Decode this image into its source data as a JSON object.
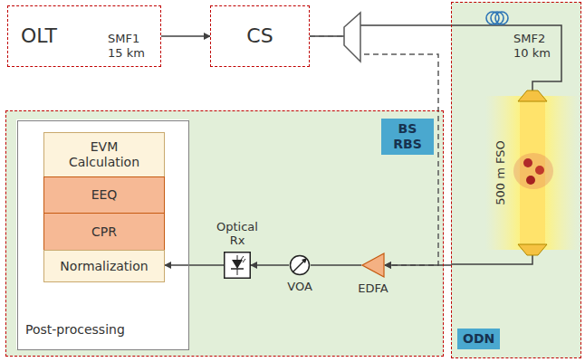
{
  "diagram": {
    "nodes": [
      {
        "text": [
          "OLT",
          "SMF1 15 km"
        ]
      },
      {
        "text": [
          "CS"
        ]
      },
      {
        "text": [
          "SMF2 10 km",
          "500 m FSO",
          "ODN"
        ]
      },
      {
        "text": [
          "BS RBS"
        ]
      },
      {
        "text": [
          "Post-processing"
        ],
        "in": 3
      },
      {
        "text": [
          "EVM Calculation"
        ],
        "in": 4
      },
      {
        "text": [
          "EEQ"
        ],
        "in": 4
      },
      {
        "text": [
          "CPR"
        ],
        "in": 4
      },
      {
        "text": [
          "Normalization"
        ],
        "in": 4
      },
      {
        "text": [
          "Optical Rx"
        ],
        "in": 3
      },
      {
        "text": [
          "VOA"
        ],
        "in": 3
      },
      {
        "text": [
          "EDFA"
        ],
        "in": 3
      }
    ],
    "edges": [
      {
        "from": 0,
        "to": 1,
        "arrow": "to"
      },
      {
        "from": 1,
        "to": 2,
        "arrow": "none"
      },
      {
        "from": 1,
        "to": 11,
        "arrow": "to"
      },
      {
        "from": 2,
        "to": 11,
        "arrow": "to"
      },
      {
        "from": 11,
        "to": 10,
        "arrow": "none"
      },
      {
        "from": 10,
        "to": 9,
        "arrow": "to"
      },
      {
        "from": 9,
        "to": 8,
        "arrow": "to"
      }
    ]
  }
}
